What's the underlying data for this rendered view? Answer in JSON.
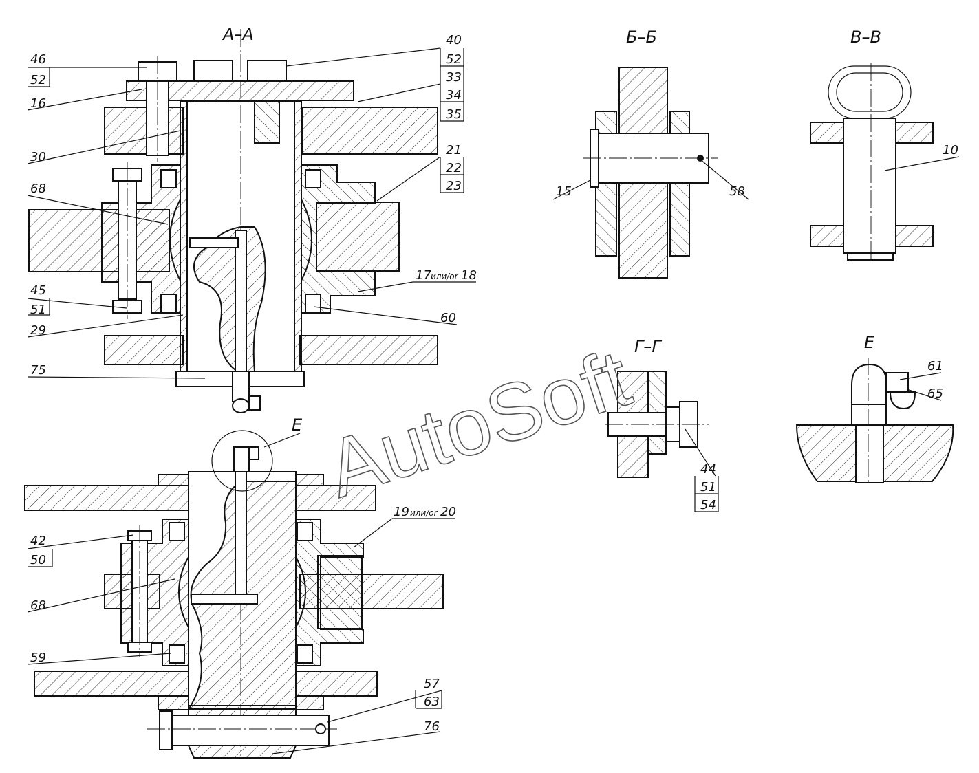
{
  "views": {
    "aa": "А–А",
    "bb": "Б–Б",
    "vv": "В–В",
    "gg": "Г–Г",
    "e_title": "Е",
    "e_callout": "Е"
  },
  "labels": {
    "l46": "46",
    "l52a": "52",
    "l16": "16",
    "l30": "30",
    "l68a": "68",
    "l45": "45",
    "l51a": "51",
    "l29": "29",
    "l75": "75",
    "l40": "40",
    "l52b": "52",
    "l33": "33",
    "l34": "34",
    "l35": "35",
    "l21": "21",
    "l22": "22",
    "l23": "23",
    "l17": "17",
    "l17_or": "или/or",
    "l18": "18",
    "l60": "60",
    "l15": "15",
    "l58": "58",
    "l10": "10",
    "l44": "44",
    "l51b": "51",
    "l54": "54",
    "l61": "61",
    "l65": "65",
    "l42": "42",
    "l50": "50",
    "l68b": "68",
    "l59": "59",
    "l19": "19",
    "l19_or": "или/or",
    "l20": "20",
    "l57": "57",
    "l63": "63",
    "l76": "76"
  },
  "watermark": "AutoSoft"
}
